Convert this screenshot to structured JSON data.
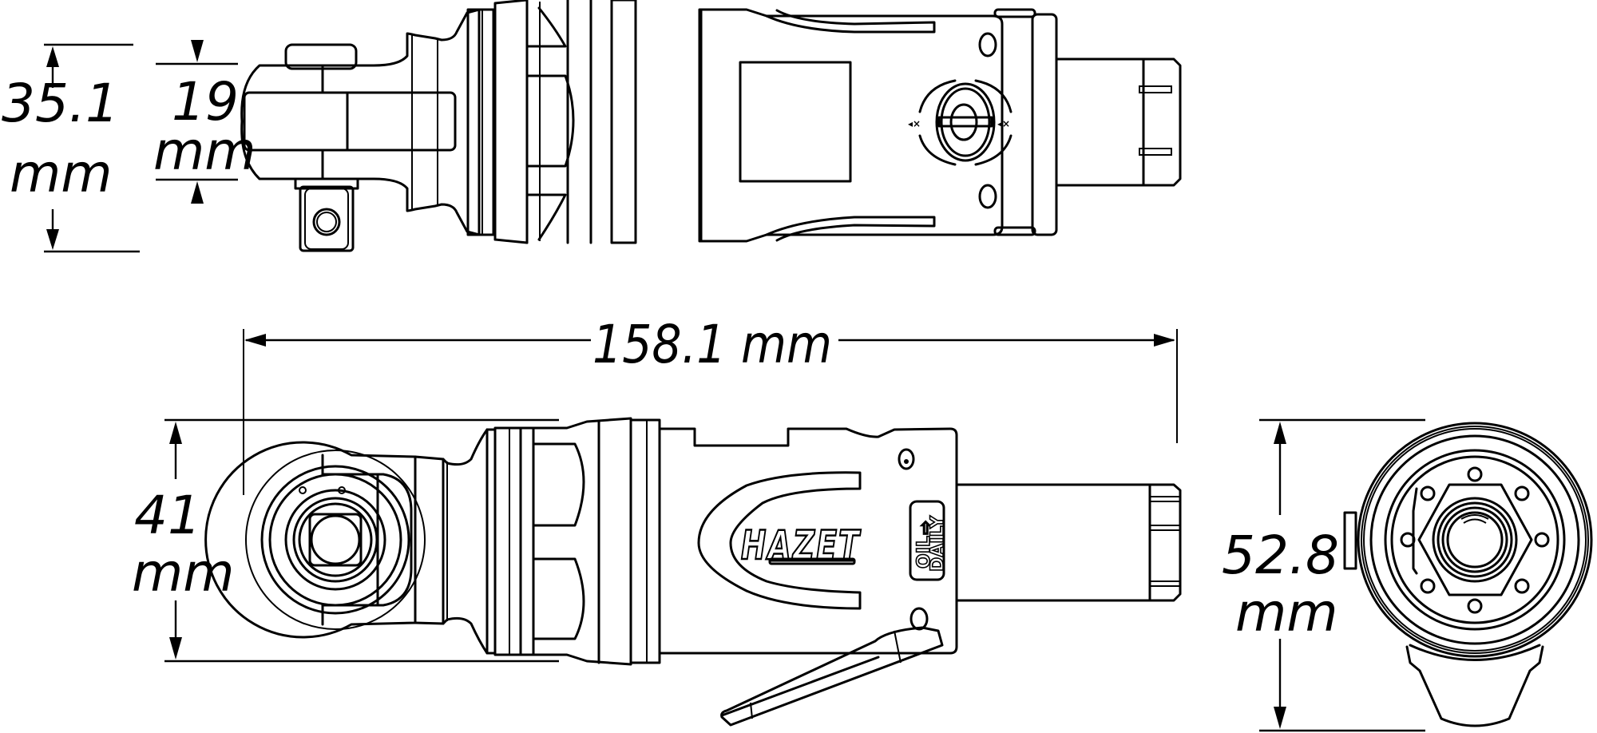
{
  "drawing": {
    "subject": "HAZET pneumatic ratchet – dimensional drawing",
    "views": [
      "top-view",
      "side-view",
      "front-view"
    ]
  },
  "dimensions": {
    "overall_height_top": {
      "value": "35.1",
      "unit": "mm"
    },
    "square_drive_width": {
      "value": "19",
      "unit": "mm"
    },
    "overall_length": {
      "label": "158.1 mm"
    },
    "head_height": {
      "value": "41",
      "unit": "mm"
    },
    "body_diameter_height": {
      "value": "52.8",
      "unit": "mm"
    }
  },
  "labels": {
    "brand_logo": "HAZET",
    "oil_note_line1": "OIL",
    "oil_note_arrow": "⇨",
    "oil_note_line2": "DAILY"
  },
  "colors": {
    "line": "#000000",
    "background": "#ffffff"
  }
}
